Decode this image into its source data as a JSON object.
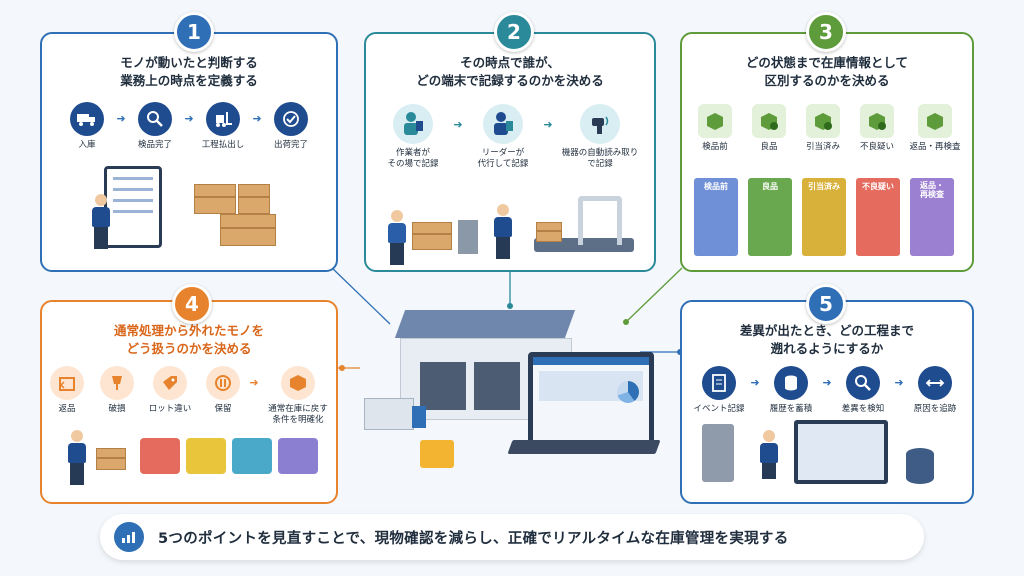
{
  "panel1": {
    "number": "1",
    "title_line1": "モノが動いたと判断する",
    "title_line2": "業務上の時点を定義する",
    "steps": [
      {
        "label": "入庫",
        "icon": "truck-icon"
      },
      {
        "label": "検品完了",
        "icon": "magnifier-icon"
      },
      {
        "label": "工程払出し",
        "icon": "forklift-icon"
      },
      {
        "label": "出荷完了",
        "icon": "check-icon"
      }
    ],
    "color": "#2f6fb5"
  },
  "panel2": {
    "number": "2",
    "title_line1": "その時点で誰が、",
    "title_line2": "どの端末で記録するのかを決める",
    "steps": [
      {
        "label_line1": "作業者が",
        "label_line2": "その場で記録",
        "icon": "worker-tablet-icon"
      },
      {
        "label_line1": "リーダーが",
        "label_line2": "代行して記録",
        "icon": "leader-tablet-icon"
      },
      {
        "label_line1": "機器の自動読み取り",
        "label_line2": "で記録",
        "icon": "scanner-icon"
      }
    ],
    "color": "#2a8a9a"
  },
  "panel3": {
    "number": "3",
    "title_line1": "どの状態まで在庫情報として",
    "title_line2": "区別するのかを決める",
    "steps": [
      {
        "label": "検品前",
        "icon": "box-icon"
      },
      {
        "label": "良品",
        "icon": "box-check-icon"
      },
      {
        "label": "引当済み",
        "icon": "box-clock-icon"
      },
      {
        "label": "不良疑い",
        "icon": "box-question-icon"
      },
      {
        "label": "返品・再検査",
        "icon": "box-return-icon"
      }
    ],
    "shelves": [
      {
        "label": "検品前",
        "color": "#6f8fd6"
      },
      {
        "label": "良品",
        "color": "#6aa84f"
      },
      {
        "label": "引当済み",
        "color": "#d8b13a"
      },
      {
        "label": "不良疑い",
        "color": "#e46b5e"
      },
      {
        "label_line1": "返品・",
        "label_line2": "再検査",
        "color": "#9b7fd1"
      }
    ],
    "color": "#5e9b3a"
  },
  "panel4": {
    "number": "4",
    "title_line1": "通常処理から外れたモノを",
    "title_line2": "どう扱うのかを決める",
    "steps": [
      {
        "label": "返品",
        "icon": "return-box-icon"
      },
      {
        "label": "破損",
        "icon": "broken-glass-icon"
      },
      {
        "label": "ロット違い",
        "icon": "tag-icon"
      },
      {
        "label": "保留",
        "icon": "pause-icon"
      },
      {
        "label_line1": "通常在庫に戻す",
        "label_line2": "条件を明確化",
        "icon": "box-icon"
      }
    ],
    "color": "#e8832d"
  },
  "panel5": {
    "number": "5",
    "title_line1": "差異が出たとき、どの工程まで",
    "title_line2": "遡れるようにするか",
    "steps": [
      {
        "label": "イベント記録",
        "icon": "document-icon"
      },
      {
        "label": "履歴を蓄積",
        "icon": "database-icon"
      },
      {
        "label": "差異を検知",
        "icon": "magnifier-icon"
      },
      {
        "label": "原因を追跡",
        "icon": "arrows-icon"
      }
    ],
    "color": "#2f6fb5"
  },
  "bottom": {
    "text": "5つのポイントを見直すことで、現物確認を減らし、正確でリアルタイムな在庫管理を実現する",
    "icon": "growth-chart-icon"
  }
}
